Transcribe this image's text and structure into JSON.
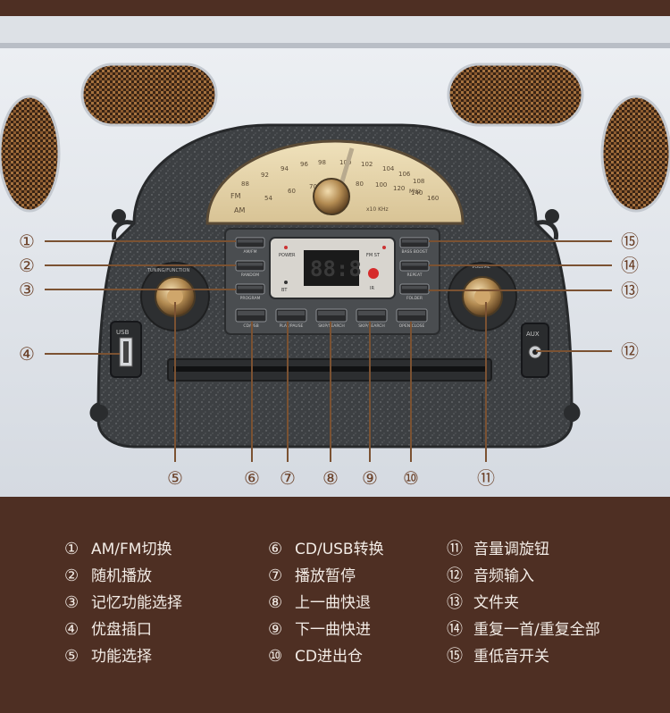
{
  "colors": {
    "background": "#4e2f23",
    "panel": "#dfe3e9",
    "dial_face": "#e7d5a8",
    "device_body": "#3f4245",
    "bronze": "#b38b52",
    "callout_line": "#7b5232",
    "legend_text": "#f3ece6"
  },
  "radio": {
    "dial": {
      "band_fm": "FM",
      "band_am": "AM",
      "fm_scale": [
        "88",
        "92",
        "94",
        "96",
        "98",
        "100",
        "102",
        "104",
        "106",
        "108"
      ],
      "fm_unit": "MHz",
      "am_scale": [
        "54",
        "60",
        "70",
        "80",
        "100",
        "120",
        "140",
        "160"
      ],
      "am_unit": "x10 KHz"
    },
    "display": {
      "power_label": "POWER",
      "fm_st_label": "FM ST",
      "bt_label": "BT",
      "ir_label": "IR",
      "digits": "88:8"
    },
    "left_buttons": [
      "AM/FM",
      "RANDOM",
      "PROGRAM"
    ],
    "right_buttons": [
      "BASS BOOST",
      "REPEAT",
      "FOLDER"
    ],
    "bottom_buttons": [
      "CD/USB",
      "PLAY/PAUSE",
      "SKIP/SEARCH",
      "SKIP/SEARCH",
      "OPEN/CLOSE"
    ],
    "usb_label": "USB",
    "aux_label": "AUX",
    "knob_left_label": "TUNING/FUNCTION",
    "knob_right_label": "VOLUME"
  },
  "callouts": [
    "①",
    "②",
    "③",
    "④",
    "⑤",
    "⑥",
    "⑦",
    "⑧",
    "⑨",
    "⑩",
    "⑪",
    "⑫",
    "⑬",
    "⑭",
    "⑮"
  ],
  "legend": [
    {
      "num": "①",
      "text": "AM/FM切换"
    },
    {
      "num": "②",
      "text": "随机播放"
    },
    {
      "num": "③",
      "text": "记忆功能选择"
    },
    {
      "num": "④",
      "text": "优盘插口"
    },
    {
      "num": "⑤",
      "text": "功能选择"
    },
    {
      "num": "⑥",
      "text": "CD/USB转换"
    },
    {
      "num": "⑦",
      "text": "播放暂停"
    },
    {
      "num": "⑧",
      "text": "上一曲快退"
    },
    {
      "num": "⑨",
      "text": "下一曲快进"
    },
    {
      "num": "⑩",
      "text": "CD进出仓"
    },
    {
      "num": "⑪",
      "text": "音量调旋钮"
    },
    {
      "num": "⑫",
      "text": "音频输入"
    },
    {
      "num": "⑬",
      "text": "文件夹"
    },
    {
      "num": "⑭",
      "text": "重复一首/重复全部"
    },
    {
      "num": "⑮",
      "text": "重低音开关"
    }
  ]
}
